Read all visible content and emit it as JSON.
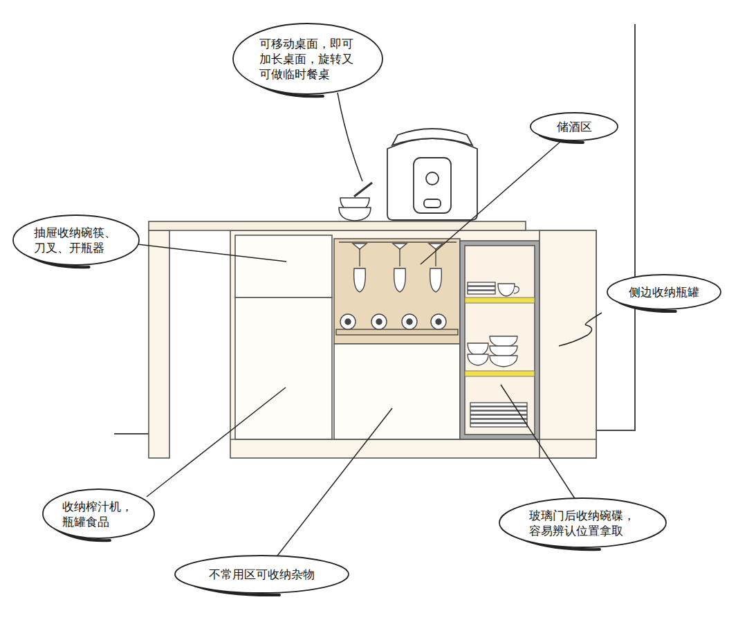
{
  "diagram": {
    "nodes": [
      {
        "text": [
          "可移动桌面，即可 加长桌面，旋转又 可做临时餐桌"
        ]
      },
      {
        "text": [
          "储酒区"
        ]
      },
      {
        "text": [
          "抽屉收纳碗筷、 刀叉、开瓶器"
        ]
      },
      {
        "text": [
          "侧边收纳瓶罐"
        ]
      },
      {
        "text": [
          "收纳榨汁机， 瓶罐食品"
        ]
      },
      {
        "text": [
          "玻璃门后收纳碗碟， 容易辨认位置拿取"
        ]
      },
      {
        "text": [
          "不常用区可收纳杂物"
        ]
      }
    ]
  }
}
